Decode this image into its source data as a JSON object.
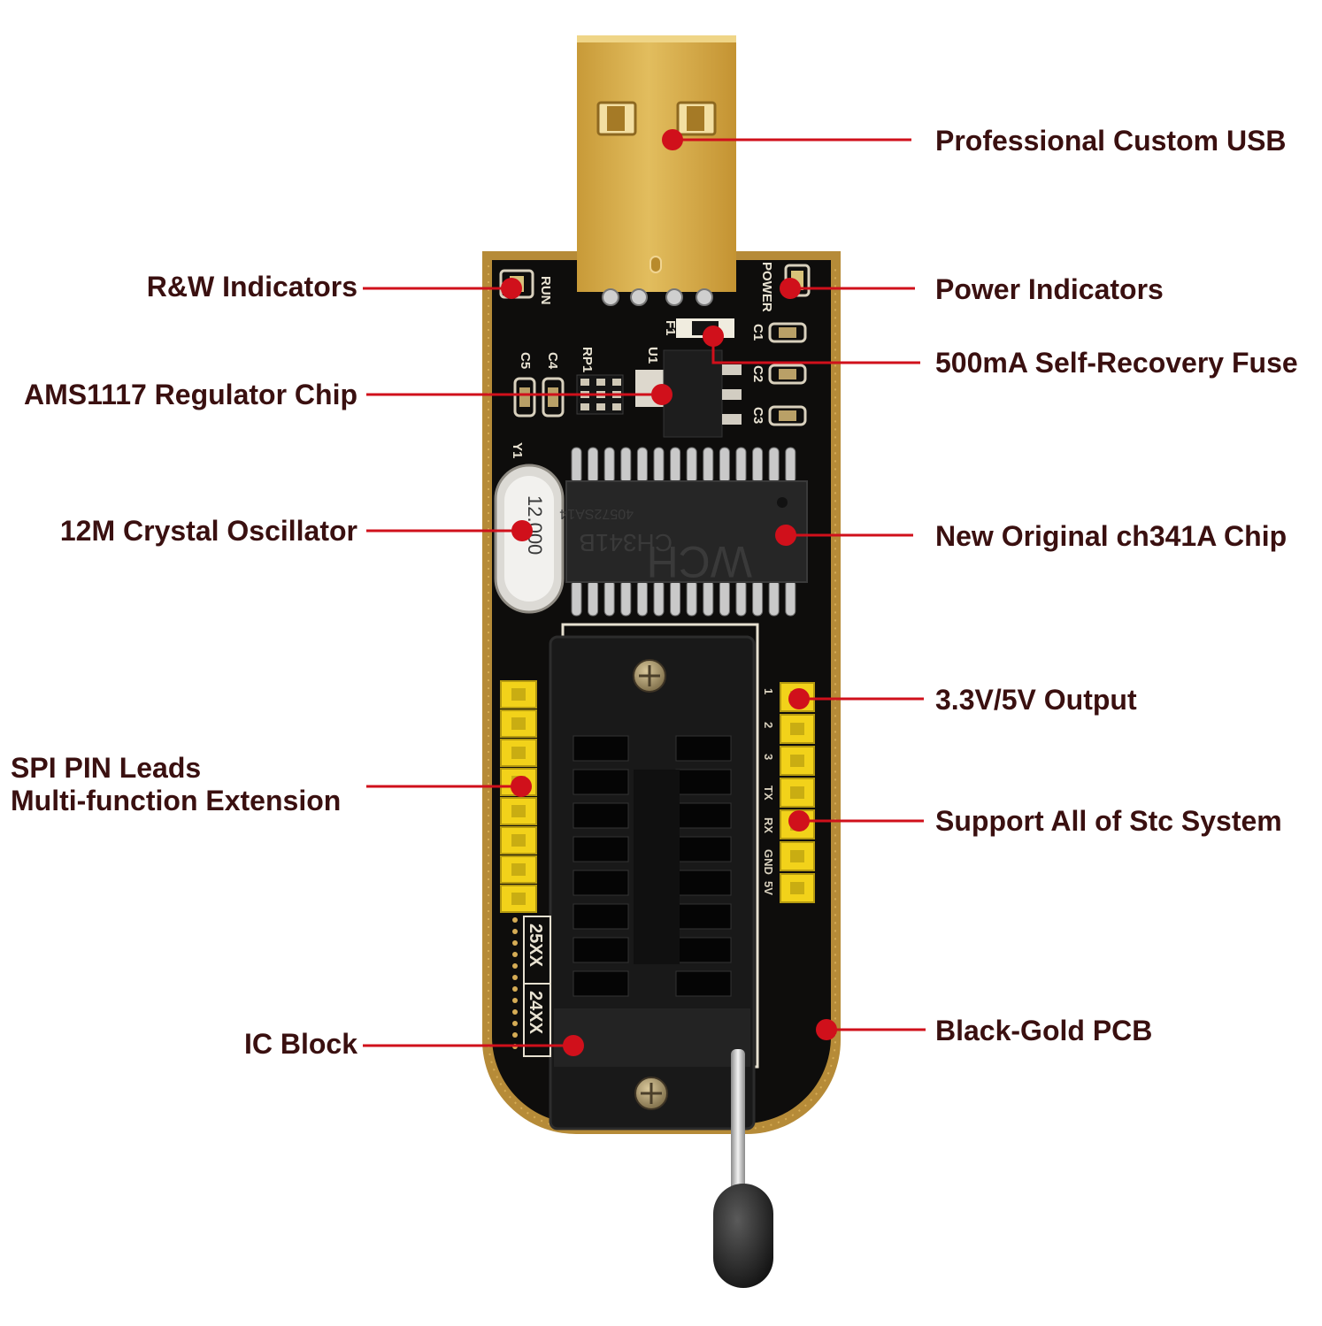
{
  "colors": {
    "pcb": "#0e0d0c",
    "gold_edge": "#b88e3a",
    "usb_gold": "#d9b04c",
    "header_yellow": "#f2d21a",
    "socket": "#191919",
    "callout_red": "#d0101b",
    "label_text": "#3a1010"
  },
  "labels_left": [
    {
      "id": "rw",
      "text": "R&W Indicators"
    },
    {
      "id": "ams",
      "text": "AMS1117 Regulator Chip"
    },
    {
      "id": "crystal",
      "text": "12M Crystal Oscillator"
    },
    {
      "id": "spi",
      "lines": [
        "SPI PIN Leads",
        "Multi-function Extension"
      ]
    },
    {
      "id": "icblock",
      "text": "IC Block"
    }
  ],
  "labels_right": [
    {
      "id": "usb",
      "text": "Professional Custom USB"
    },
    {
      "id": "power",
      "text": "Power Indicators"
    },
    {
      "id": "fuse",
      "text": "500mA Self-Recovery Fuse"
    },
    {
      "id": "ch341",
      "text": "New Original ch341A Chip"
    },
    {
      "id": "output",
      "text": "3.3V/5V Output"
    },
    {
      "id": "stc",
      "text": "Support All of Stc System"
    },
    {
      "id": "pcb",
      "text": "Black-Gold PCB"
    }
  ],
  "board_silkscreen": {
    "run": "RUN",
    "power": "POWER",
    "f1": "F1",
    "u1": "U1",
    "rp1": "RP1",
    "c1": "C1",
    "c2": "C2",
    "c3": "C3",
    "c4": "C4",
    "c5": "C5",
    "y1": "Y1",
    "crystal_freq": "12.000",
    "chip_marking": "CH341B",
    "chip_lot": "40572SA14",
    "chip_brand": "WCH",
    "socket_25": "25XX",
    "socket_24": "24XX",
    "pins": [
      "1",
      "2",
      "3",
      "TX",
      "RX",
      "GND",
      "5V"
    ]
  }
}
